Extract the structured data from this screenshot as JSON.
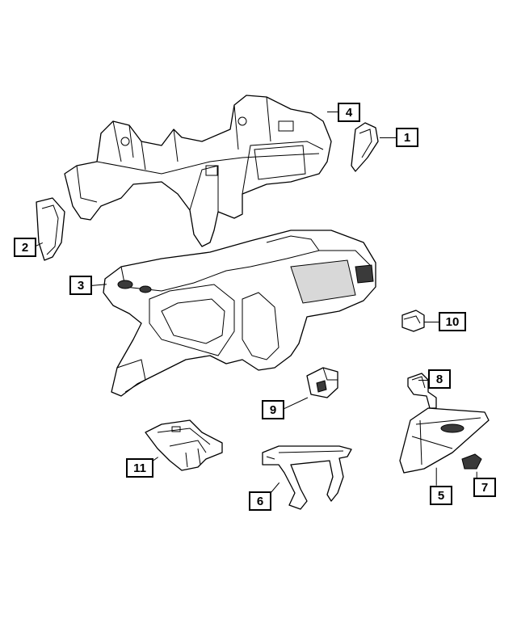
{
  "diagram": {
    "callouts": [
      {
        "id": "1",
        "label": "1",
        "part": "right-end-cap"
      },
      {
        "id": "2",
        "label": "2",
        "part": "left-end-cap"
      },
      {
        "id": "3",
        "label": "3",
        "part": "instrument-panel"
      },
      {
        "id": "4",
        "label": "4",
        "part": "cross-car-beam"
      },
      {
        "id": "5",
        "label": "5",
        "part": "glove-box"
      },
      {
        "id": "6",
        "label": "6",
        "part": "support-bracket"
      },
      {
        "id": "7",
        "label": "7",
        "part": "glove-box-latch"
      },
      {
        "id": "8",
        "label": "8",
        "part": "small-bracket"
      },
      {
        "id": "9",
        "label": "9",
        "part": "bezel-clip"
      },
      {
        "id": "10",
        "label": "10",
        "part": "duct-connector"
      },
      {
        "id": "11",
        "label": "11",
        "part": "center-support"
      }
    ]
  }
}
